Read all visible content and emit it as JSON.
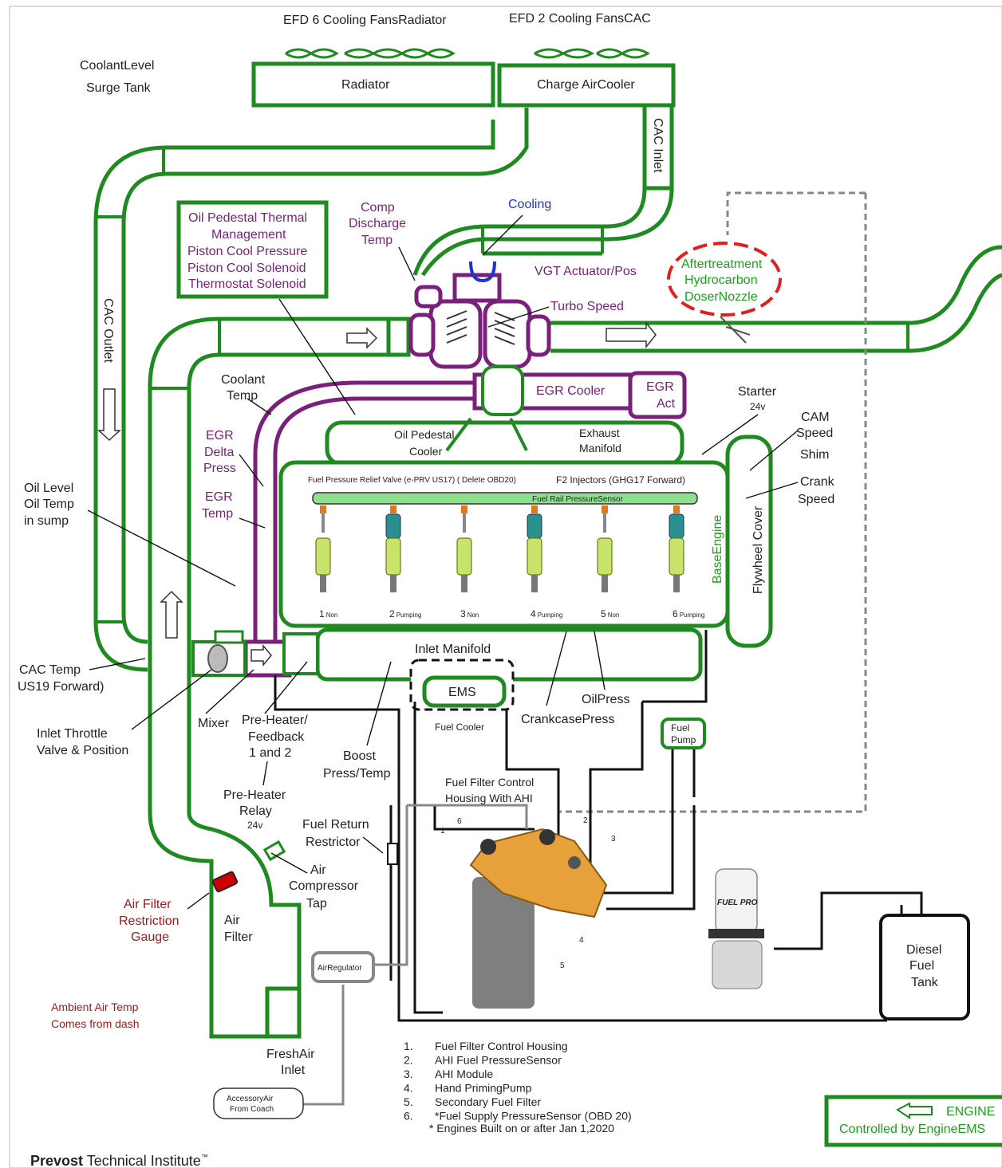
{
  "labels": {
    "efd6": "EFD 6 Cooling FansRadiator",
    "efd2": "EFD 2 Cooling FansCAC",
    "coolant_level": "CoolantLevel",
    "surge_tank": "Surge Tank",
    "radiator": "Radiator",
    "charge_air_cooler": "Charge AirCooler",
    "cac_inlet": "CAC Inlet",
    "cac_outlet": "CAC Outlet",
    "oil_pedestal": [
      "Oil Pedestal Thermal",
      "Management",
      "Piston  Cool  Pressure",
      "Piston  Cool  Solenoid",
      "Thermostat Solenoid"
    ],
    "comp_discharge": [
      "Comp",
      "Discharge",
      "Temp"
    ],
    "cooling": "Cooling",
    "vgt": "VGT Actuator/Pos",
    "turbo_speed": "Turbo Speed",
    "aftertreatment": [
      "Aftertreatment",
      "Hydrocarbon",
      "DoserNozzle"
    ],
    "coolant_temp": [
      "Coolant",
      "Temp"
    ],
    "egr_cooler": "EGR Cooler",
    "egr_act": [
      "EGR",
      "Act"
    ],
    "starter": "Starter",
    "starter_v": "24v",
    "cam_speed": [
      "CAM",
      "Speed"
    ],
    "shim": "Shim",
    "crank_speed": [
      "Crank",
      "Speed"
    ],
    "egr_delta": [
      "EGR",
      "Delta",
      "Press"
    ],
    "egr_temp": [
      "EGR",
      "Temp"
    ],
    "oil_pedestal_cooler": [
      "Oil Pedestal",
      "Cooler"
    ],
    "exhaust_manifold": [
      "Exhaust",
      "Manifold"
    ],
    "fprv": "Fuel Pressure Relief Valve (e-PRV US17) ( Delete OBD20)",
    "f2_injectors": "F2 Injectors (GHG17 Forward)",
    "fuel_rail_sensor": "Fuel Rail PressureSensor",
    "base_engine": "BaseEngine",
    "flywheel_cover": "Flywheel Cover",
    "oil_sump": [
      "Oil  Level",
      "Oil  Temp",
      "in sump"
    ],
    "cyl": [
      {
        "n": "1",
        "t": "Non"
      },
      {
        "n": "2",
        "t": "Pumping"
      },
      {
        "n": "3",
        "t": "Non"
      },
      {
        "n": "4",
        "t": "Pumping"
      },
      {
        "n": "5",
        "t": "Non"
      },
      {
        "n": "6",
        "t": "Pumping"
      }
    ],
    "inlet_manifold": "Inlet Manifold",
    "ems": "EMS",
    "fuel_cooler": "Fuel Cooler",
    "oil_press": "OilPress",
    "crankcase_press": "CrankcasePress",
    "fuel_pump": [
      "Fuel",
      "Pump"
    ],
    "cac_temp": [
      "CAC Temp",
      "US19 Forward)"
    ],
    "mixer": "Mixer",
    "preheater_feedback": [
      "Pre-Heater/",
      "Feedback",
      "1 and 2"
    ],
    "inlet_throttle": [
      "Inlet Throttle",
      "Valve & Position"
    ],
    "boost": [
      "Boost",
      "Press/Temp"
    ],
    "ffch_ahi": [
      "Fuel Filter Control",
      "Housing With AHI"
    ],
    "preheater_relay": [
      "Pre-Heater",
      "Relay"
    ],
    "preheater_v": "24v",
    "fuel_return": [
      "Fuel Return",
      "Restrictor"
    ],
    "air_comp_tap": [
      "Air",
      "Compressor",
      "Tap"
    ],
    "air_filter_gauge": [
      "Air  Filter",
      "Restriction",
      "Gauge"
    ],
    "air_filter": [
      "Air",
      "Filter"
    ],
    "air_regulator": "AirRegulator",
    "diesel_tank": [
      "Diesel",
      "Fuel",
      "Tank"
    ],
    "fuel_pro": "FUEL PRO",
    "ambient": [
      "Ambient Air Temp",
      "Comes from dash"
    ],
    "fresh_air": [
      "FreshAir",
      "Inlet"
    ],
    "accessory_air": [
      "AccessoryAir",
      "From Coach"
    ],
    "part_numbers": [
      "1",
      "2",
      "3",
      "4",
      "5",
      "6"
    ]
  },
  "legend_list": [
    {
      "num": "1.",
      "text": "Fuel Filter Control  Housing"
    },
    {
      "num": "2.",
      "text": "AHI Fuel PressureSensor"
    },
    {
      "num": "3.",
      "text": "AHI Module"
    },
    {
      "num": "4.",
      "text": "Hand PrimingPump"
    },
    {
      "num": "5.",
      "text": "Secondary Fuel  Filter"
    },
    {
      "num": "6.",
      "text": "*Fuel Supply PressureSensor (OBD 20)"
    }
  ],
  "footnote": "* Engines Built on or after Jan 1,2020",
  "key_box": {
    "engine": "ENGINE",
    "controlled": "Controlled by EngineEMS"
  },
  "footer": {
    "brand": "Prevost",
    "rest": " Technical Institute",
    "tm": "™"
  },
  "colors": {
    "green": "#1f8a1f",
    "purple": "#7a1f7a",
    "red": "#e02020",
    "light_green": "#22c322"
  }
}
